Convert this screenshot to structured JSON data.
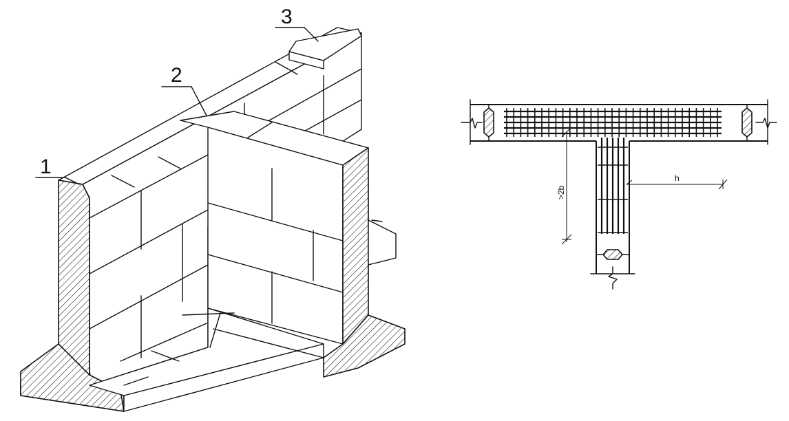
{
  "callouts": [
    {
      "number": "1"
    },
    {
      "number": "2"
    },
    {
      "number": "3"
    }
  ],
  "section_dimensions": {
    "depth_label": ">2b",
    "length_label": "h"
  }
}
